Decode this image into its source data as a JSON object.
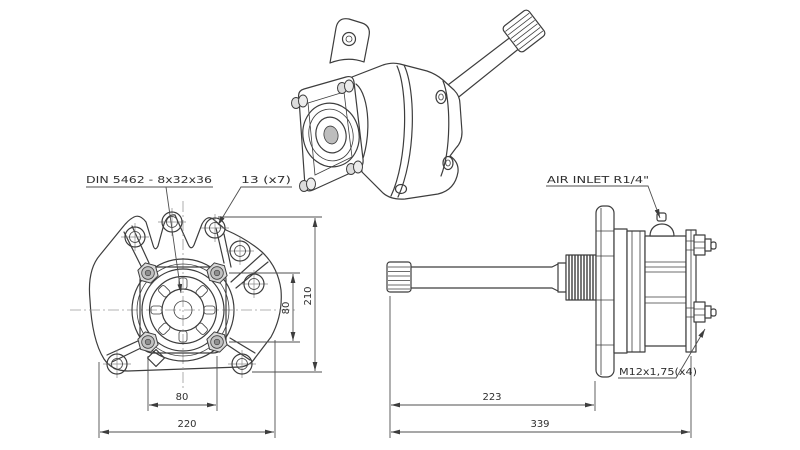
{
  "colors": {
    "background": "#ffffff",
    "line": "#3d3d3d",
    "dimension_line": "#4f4f4f",
    "centerline": "#9a9a9a"
  },
  "annotations": {
    "spline_spec": "DIN 5462 - 8x32x36",
    "hole_spec": "13 (x7)",
    "air_inlet": "AIR INLET R1/4\"",
    "stud_spec": "M12x1,75(x4)"
  },
  "dimensions": {
    "bolt_pattern_width": "80",
    "bolt_pattern_height": "80",
    "flange_height": "210",
    "flange_width": "220",
    "shaft_length": "223",
    "total_length": "339"
  }
}
